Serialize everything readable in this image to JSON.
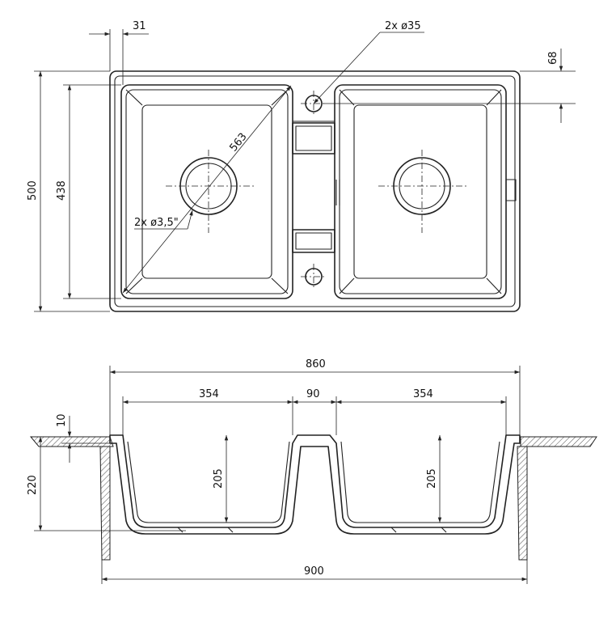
{
  "labels": {
    "offset_31": "31",
    "drain_dia": "2x ø35",
    "offset_68": "68",
    "diag_563": "563",
    "outer_500": "500",
    "inner_438": "438",
    "strainer": "2x ø3,5\"",
    "width_860": "860",
    "bowl_left": "354",
    "middle_90": "90",
    "bowl_right": "354",
    "thickness_10": "10",
    "height_220": "220",
    "depth_left": "205",
    "depth_right": "205",
    "width_900": "900"
  }
}
